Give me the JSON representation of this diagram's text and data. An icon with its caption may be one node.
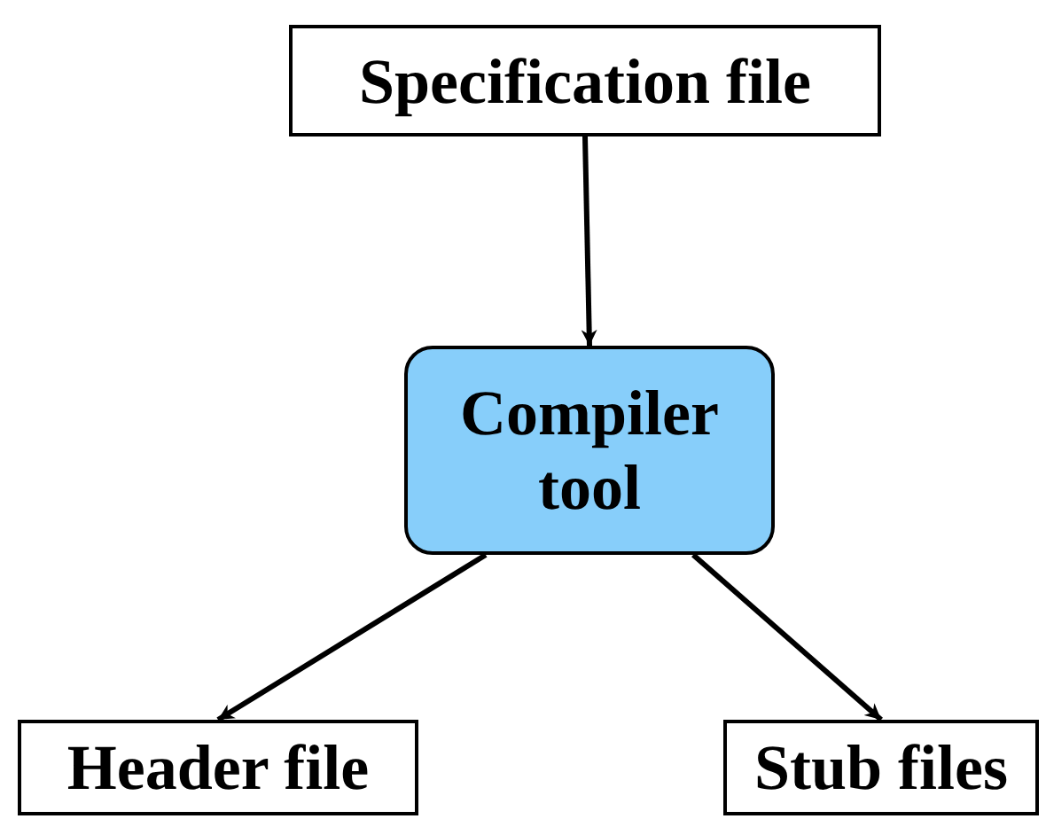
{
  "diagram": {
    "nodes": [
      {
        "text": [
          "Specification file"
        ]
      },
      {
        "text": [
          "Compiler tool"
        ]
      },
      {
        "text": [
          "Header file"
        ]
      },
      {
        "text": [
          "Stub files"
        ]
      }
    ],
    "edges": [
      {
        "from": 0,
        "to": 1,
        "arrow": "to"
      },
      {
        "from": 1,
        "to": 2,
        "arrow": "to"
      },
      {
        "from": 1,
        "to": 3,
        "arrow": "to"
      }
    ]
  }
}
